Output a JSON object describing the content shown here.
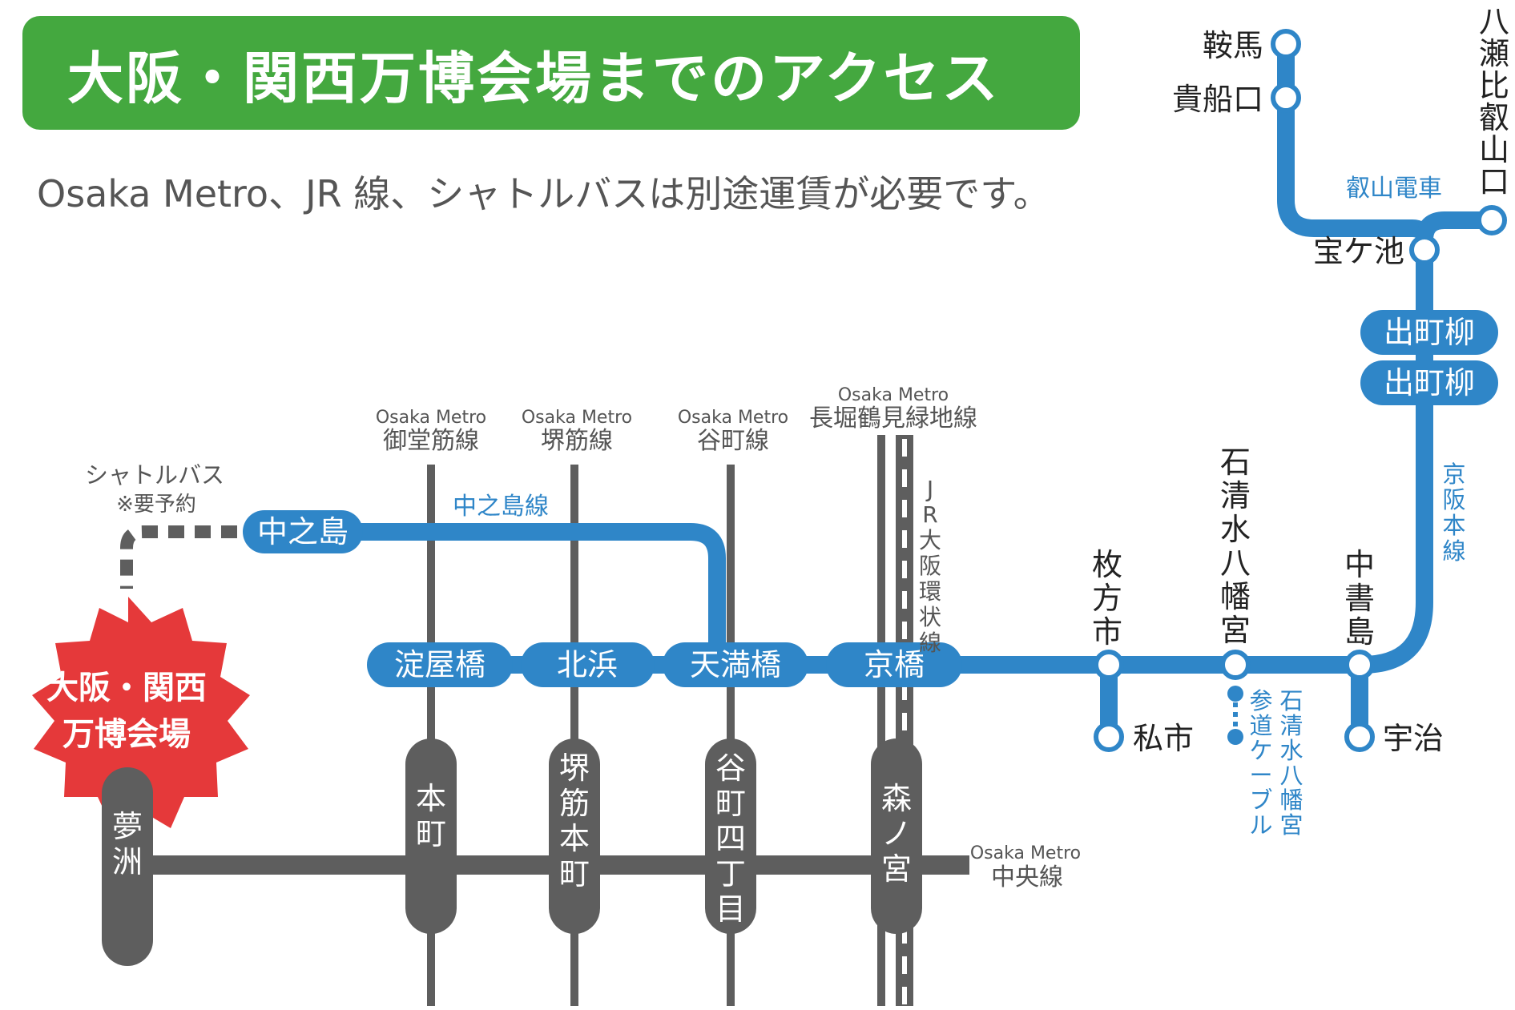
{
  "title": "大阪・関西万博会場までのアクセス",
  "note": "Osaka Metro、JR 線、シャトルバスは別途運賃が必要です。",
  "colors": {
    "title_bg": "#44a83f",
    "keihan": "#2f86c8",
    "metro": "#5e5e5e",
    "venue": "#e5393a",
    "bus": "#5e5e5e"
  },
  "venue": {
    "line1": "大阪・関西",
    "line2": "万博会場"
  },
  "shuttle": {
    "line1": "シャトルバス",
    "line2": "※要予約"
  },
  "keihan_lines": {
    "nakanoshima_line": "中之島線",
    "eizan": "叡山電車",
    "keihan_main": "京阪本線",
    "cable": "石清水八幡宮参道ケーブル"
  },
  "keihan_stations": {
    "nakanoshima": "中之島",
    "yodoyabashi": "淀屋橋",
    "kitahama": "北浜",
    "temmabashi": "天満橋",
    "kyobashi": "京橋",
    "hirakatashi": "枚方市",
    "shiichi": "私市",
    "iwashimizu": "石清水八幡宮",
    "chushojima": "中書島",
    "uji": "宇治",
    "demachiyanagi_1": "出町柳",
    "demachiyanagi_2": "出町柳",
    "takaragaike": "宝ケ池",
    "yaseyamabashi": "八瀬比叡山口",
    "kibuneguchi": "貴船口",
    "kurama": "鞍馬"
  },
  "metro_lines": {
    "midosuji": {
      "operator": "Osaka Metro",
      "name": "御堂筋線"
    },
    "sakaisuji": {
      "operator": "Osaka Metro",
      "name": "堺筋線"
    },
    "tanimachi": {
      "operator": "Osaka Metro",
      "name": "谷町線"
    },
    "nagahori": {
      "operator": "Osaka Metro",
      "name": "長堀鶴見緑地線"
    },
    "chuo": {
      "operator": "Osaka Metro",
      "name": "中央線"
    },
    "jr_loop": "JR大阪環状線"
  },
  "metro_stations": {
    "yumeshima": "夢洲",
    "hommachi": "本町",
    "sakaisuji_hommachi": "堺筋本町",
    "tanimachi_4": "谷町四丁目",
    "morinomiya": "森ノ宮"
  }
}
